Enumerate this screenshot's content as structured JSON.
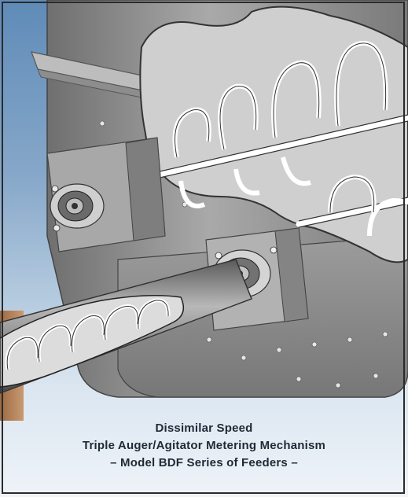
{
  "caption": {
    "line1": "Dissimilar Speed",
    "line2": "Triple Auger/Agitator Metering Mechanism",
    "line3": "– Model BDF Series of Feeders –"
  },
  "illustration": {
    "subject": "auger-feeder-mechanism-cutaway",
    "colors": {
      "background_top": "#5f8bb8",
      "background_bottom": "#eef3f8",
      "left_strip": "#b7825a",
      "housing": "#8a8a8a",
      "cutaway": "#cfcfcf"
    }
  }
}
